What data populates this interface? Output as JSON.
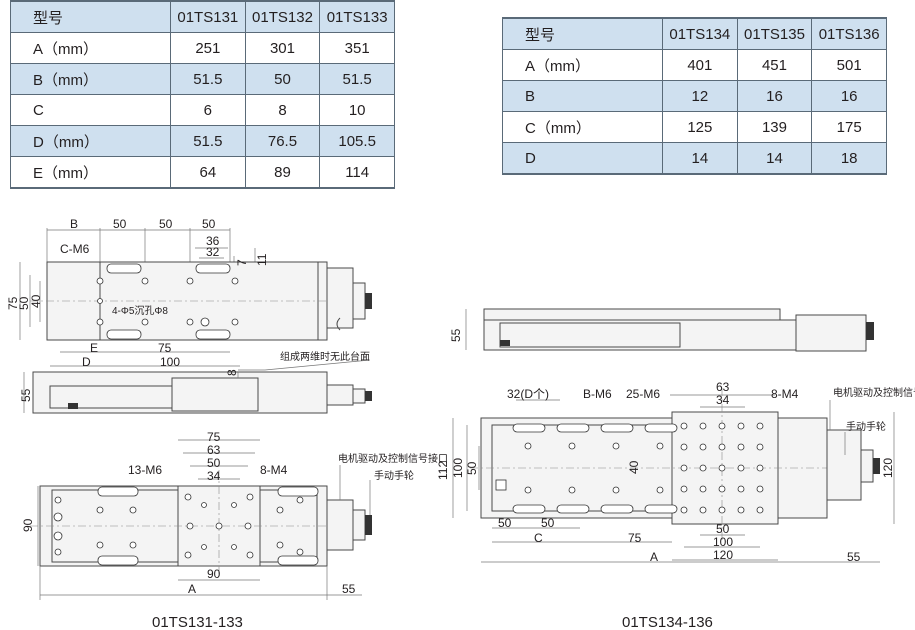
{
  "table_left": {
    "header": [
      "型号",
      "01TS131",
      "01TS132",
      "01TS133"
    ],
    "rows": [
      [
        "A（mm）",
        "251",
        "301",
        "351"
      ],
      [
        "B（mm）",
        "51.5",
        "50",
        "51.5"
      ],
      [
        "C",
        "6",
        "8",
        "10"
      ],
      [
        "D（mm）",
        "51.5",
        "76.5",
        "105.5"
      ],
      [
        "E（mm）",
        "64",
        "89",
        "114"
      ]
    ]
  },
  "table_right": {
    "header": [
      "型号",
      "01TS134",
      "01TS135",
      "01TS136"
    ],
    "rows": [
      [
        "A（mm）",
        "401",
        "451",
        "501"
      ],
      [
        "B",
        "12",
        "16",
        "16"
      ],
      [
        "C（mm）",
        "125",
        "139",
        "175"
      ],
      [
        "D",
        "14",
        "14",
        "18"
      ]
    ]
  },
  "left_drawing": {
    "caption": "01TS131-133",
    "top_dims": [
      "B",
      "50",
      "50",
      "50",
      "36",
      "32",
      "7",
      "11"
    ],
    "left_dims": [
      "75",
      "50",
      "40"
    ],
    "labels": {
      "c_m6": "C-M6",
      "counterbore": "4-Φ5沉孔Φ8",
      "e": "E",
      "d": "D",
      "d75": "75",
      "d100": "100",
      "d8": "8",
      "note": "组成两维时无此台面",
      "h55": "55",
      "d75b": "75",
      "d63": "63",
      "d50": "50",
      "d34": "34",
      "m6": "13-M6",
      "m4": "8-M4",
      "interface": "电机驱动及控制信号接口",
      "handwheel": "手动手轮",
      "h90": "90",
      "w90": "90",
      "a": "A",
      "d55": "55"
    }
  },
  "right_drawing": {
    "caption": "01TS134-136",
    "labels": {
      "h55": "55",
      "d32": "32(D个)",
      "bm6": "B-M6",
      "m6": "25-M6",
      "d63": "63",
      "d34": "34",
      "m4": "8-M4",
      "interface": "电机驱动及控制信号接口",
      "handwheel": "手动手轮",
      "h112": "112",
      "h100": "100",
      "h50": "50",
      "d40": "40",
      "h120": "120",
      "d50a": "50",
      "d50b": "50",
      "d50c": "50",
      "d100": "100",
      "d120": "120",
      "c": "C",
      "d75": "75",
      "a": "A",
      "d55": "55"
    }
  }
}
